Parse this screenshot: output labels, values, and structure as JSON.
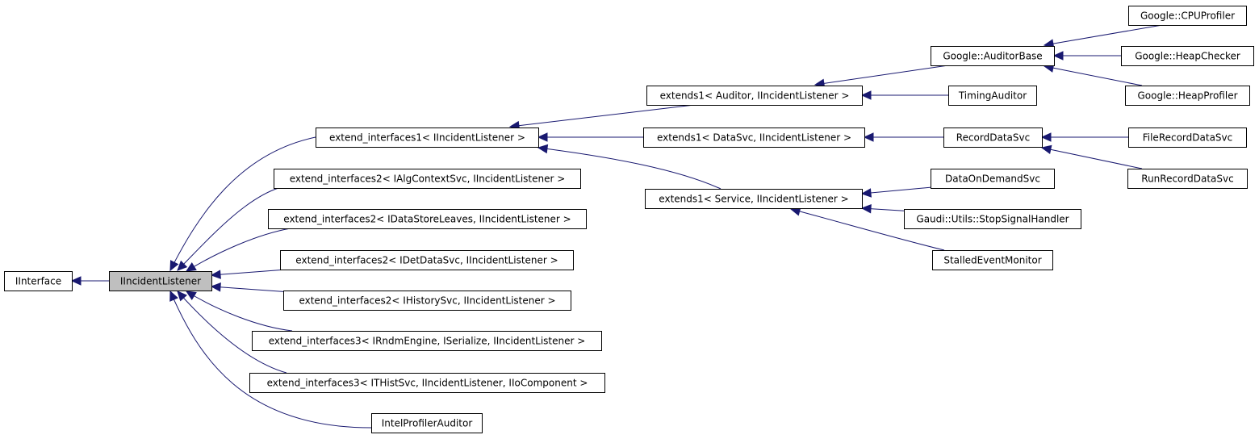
{
  "diagram": {
    "colors": {
      "edge": "#191970",
      "highlight_fill": "#bfbfbf",
      "node_border": "#000000"
    },
    "nodes": {
      "iinterface": "IInterface",
      "iincidentlistener": "IIncidentListener",
      "ext1_iil": "extend_interfaces1< IIncidentListener >",
      "ext2_ialg": "extend_interfaces2< IAlgContextSvc, IIncidentListener >",
      "ext2_ids": "extend_interfaces2< IDataStoreLeaves, IIncidentListener >",
      "ext2_idet": "extend_interfaces2< IDetDataSvc, IIncidentListener >",
      "ext2_ihist": "extend_interfaces2< IHistorySvc, IIncidentListener >",
      "ext3_irndm": "extend_interfaces3< IRndmEngine, ISerialize, IIncidentListener >",
      "ext3_ithist": "extend_interfaces3< ITHistSvc, IIncidentListener, IIoComponent >",
      "intel": "IntelProfilerAuditor",
      "extends_auditor": "extends1< Auditor, IIncidentListener >",
      "extends_datasvc": "extends1< DataSvc, IIncidentListener >",
      "extends_service": "extends1< Service, IIncidentListener >",
      "auditorbase": "Google::AuditorBase",
      "timingauditor": "TimingAuditor",
      "recorddatasvc": "RecordDataSvc",
      "dataondemand": "DataOnDemandSvc",
      "stopsignal": "Gaudi::Utils::StopSignalHandler",
      "stalled": "StalledEventMonitor",
      "cpuprofiler": "Google::CPUProfiler",
      "heapchecker": "Google::HeapChecker",
      "heapprofiler": "Google::HeapProfiler",
      "filerecord": "FileRecordDataSvc",
      "runrecord": "RunRecordDataSvc"
    },
    "edges": [
      {
        "from": "iincidentlistener",
        "to": "iinterface"
      },
      {
        "from": "ext1_iil",
        "to": "iincidentlistener"
      },
      {
        "from": "ext2_ialg",
        "to": "iincidentlistener"
      },
      {
        "from": "ext2_ids",
        "to": "iincidentlistener"
      },
      {
        "from": "ext2_idet",
        "to": "iincidentlistener"
      },
      {
        "from": "ext2_ihist",
        "to": "iincidentlistener"
      },
      {
        "from": "ext3_irndm",
        "to": "iincidentlistener"
      },
      {
        "from": "ext3_ithist",
        "to": "iincidentlistener"
      },
      {
        "from": "intel",
        "to": "iincidentlistener"
      },
      {
        "from": "extends_auditor",
        "to": "ext1_iil"
      },
      {
        "from": "extends_datasvc",
        "to": "ext1_iil"
      },
      {
        "from": "extends_service",
        "to": "ext1_iil"
      },
      {
        "from": "auditorbase",
        "to": "extends_auditor"
      },
      {
        "from": "timingauditor",
        "to": "extends_auditor"
      },
      {
        "from": "recorddatasvc",
        "to": "extends_datasvc"
      },
      {
        "from": "dataondemand",
        "to": "extends_service"
      },
      {
        "from": "stopsignal",
        "to": "extends_service"
      },
      {
        "from": "stalled",
        "to": "extends_service"
      },
      {
        "from": "cpuprofiler",
        "to": "auditorbase"
      },
      {
        "from": "heapchecker",
        "to": "auditorbase"
      },
      {
        "from": "heapprofiler",
        "to": "auditorbase"
      },
      {
        "from": "filerecord",
        "to": "recorddatasvc"
      },
      {
        "from": "runrecord",
        "to": "recorddatasvc"
      }
    ]
  }
}
